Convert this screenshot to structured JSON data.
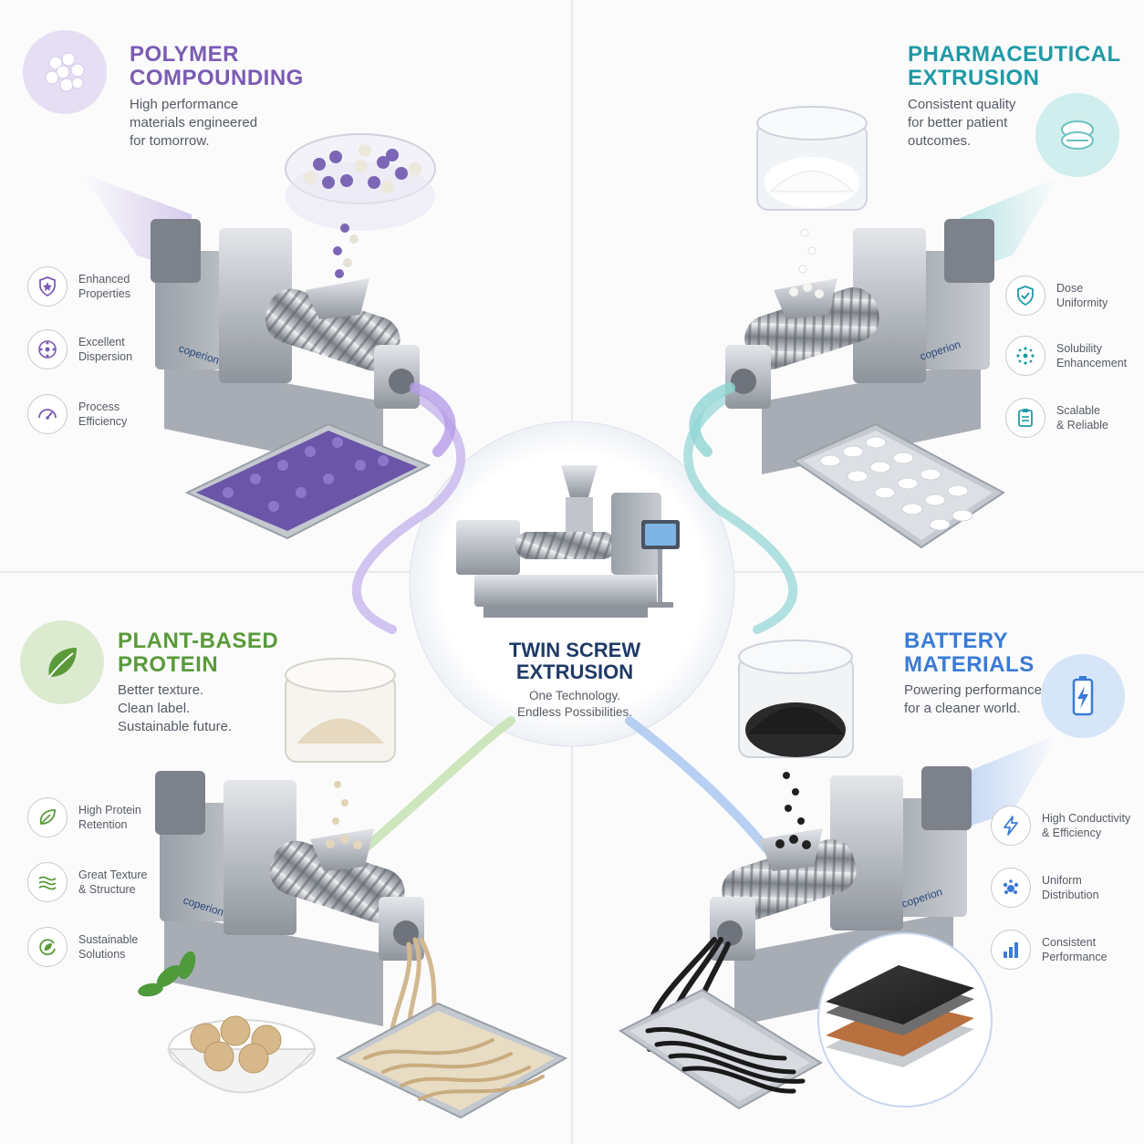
{
  "center": {
    "title": "TWIN SCREW\nEXTRUSION",
    "subtitle": "One Technology.\nEndless Possibilities."
  },
  "brand": "coperion",
  "quadrants": {
    "polymer": {
      "title": "POLYMER\nCOMPOUNDING",
      "description": "High performance\nmaterials engineered\nfor tomorrow.",
      "accent": "#7a5bb3",
      "features": [
        "Enhanced\nProperties",
        "Excellent\nDispersion",
        "Process\nEfficiency"
      ],
      "icons": [
        "shield-icon",
        "dispersion-icon",
        "gauge-icon"
      ],
      "main_icon": "pellets-icon"
    },
    "pharma": {
      "title": "PHARMACEUTICAL\nEXTRUSION",
      "description": "Consistent quality\nfor better patient\noutcomes.",
      "accent": "#1f9aa6",
      "features": [
        "Dose\nUniformity",
        "Solubility\nEnhancement",
        "Scalable\n& Reliable"
      ],
      "icons": [
        "shield-check-icon",
        "molecule-icon",
        "clipboard-icon"
      ],
      "main_icon": "tablets-icon"
    },
    "plant": {
      "title": "PLANT-BASED\nPROTEIN",
      "description": "Better texture.\nClean label.\nSustainable future.",
      "accent": "#5a9a3a",
      "features": [
        "High Protein\nRetention",
        "Great Texture\n& Structure",
        "Sustainable\nSolutions"
      ],
      "icons": [
        "leaf-icon",
        "waves-icon",
        "recycle-leaf-icon"
      ],
      "main_icon": "leaves-icon"
    },
    "battery": {
      "title": "BATTERY\nMATERIALS",
      "description": "Powering performance\nfor a cleaner world.",
      "accent": "#3a7bd5",
      "features": [
        "High Conductivity\n& Efficiency",
        "Uniform\nDistribution",
        "Consistent\nPerformance"
      ],
      "icons": [
        "lightning-icon",
        "particles-icon",
        "bar-chart-icon"
      ],
      "main_icon": "battery-icon"
    }
  }
}
